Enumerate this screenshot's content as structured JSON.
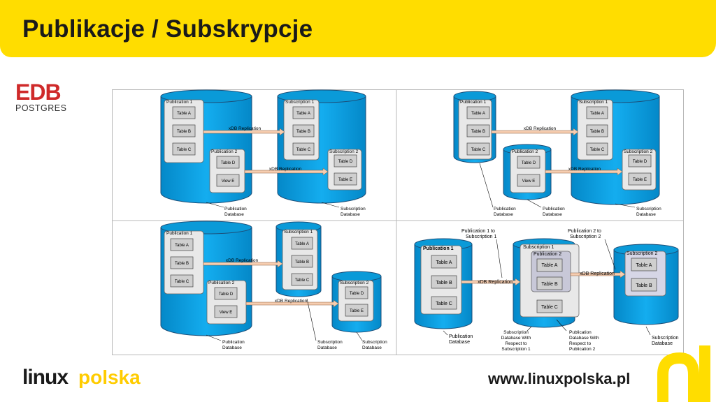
{
  "header": {
    "title": "Publikacje / Subskrypcje"
  },
  "logo": {
    "brand": "EDB",
    "sub": "POSTGRES"
  },
  "footer": {
    "brand_a": "linux",
    "brand_b": "polska",
    "url": "www.linuxpolska.pl"
  },
  "diagrams": {
    "d1": {
      "pub1": "Publication 1",
      "sub1": "Subscription 1",
      "pub2": "Publication 2",
      "sub2": "Subscription 2",
      "tA": "Table A",
      "tB": "Table B",
      "tC": "Table C",
      "tD": "Table D",
      "vE": "View E",
      "sA": "Table A",
      "sB": "Table B",
      "sC": "Table C",
      "sD": "Table D",
      "sE": "Table E",
      "rep1": "xDB Replication",
      "rep2": "xDB Replication",
      "pubdb1": "Publication",
      "pubdb2": "Database",
      "subdb1": "Subscription",
      "subdb2": "Database"
    },
    "d2": {
      "pub1": "Publication 1",
      "sub1": "Subscription 1",
      "pub2": "Publication 2",
      "sub2": "Subscription 2",
      "tA": "Table A",
      "tB": "Table B",
      "tC": "Table C",
      "tD": "Table D",
      "vE": "View E",
      "sA": "Table A",
      "sB": "Table B",
      "sC": "Table C",
      "sD": "Table D",
      "sE": "Table E",
      "rep1": "xDB Replication",
      "rep2": "xDB Replication",
      "pubdb1": "Publication",
      "pubdb2": "Database",
      "pubdb3": "Publication",
      "pubdb4": "Database",
      "subdb1": "Subscription",
      "subdb2": "Database"
    },
    "d3": {
      "pub1": "Publication 1",
      "sub1": "Subscription 1",
      "pub2": "Publication 2",
      "sub2": "Subscription 2",
      "tA": "Table A",
      "tB": "Table B",
      "tC": "Table C",
      "tD": "Table D",
      "vE": "View E",
      "sA": "Table A",
      "sB": "Table B",
      "sC": "Table C",
      "sD": "Table D",
      "sE": "Table E",
      "rep1": "xDB Replication",
      "rep2": "xDB Replication",
      "pubdb1": "Publication",
      "pubdb2": "Database",
      "subdb1": "Subscription",
      "subdb2": "Database",
      "subdb3": "Subscription",
      "subdb4": "Database"
    },
    "d4": {
      "pub1": "Publication 1",
      "sub1": "Subscription 1",
      "pub2": "Publication 2",
      "sub2": "Subscription 2",
      "tA": "Table A",
      "tB": "Table B",
      "tC": "Table C",
      "mA": "Table A",
      "mB": "Table B",
      "mC": "Table C",
      "rA": "Table A",
      "rB": "Table B",
      "rep1": "xDB Replication",
      "rep2": "xDB Replication",
      "ann1a": "Publication 1 to",
      "ann1b": "Subscription 1",
      "ann2a": "Publication 2 to",
      "ann2b": "Subscription 2",
      "pubdb1": "Publication",
      "pubdb2": "Database",
      "subw1": "Subscription",
      "subw2": "Database With",
      "subw3": "Respect to",
      "subw4": "Subscription 1",
      "pubw1": "Publication",
      "pubw2": "Database With",
      "pubw3": "Respect to",
      "pubw4": "Publication 2",
      "subdb1": "Subscription",
      "subdb2": "Database"
    }
  },
  "colors": {
    "accent": "#ffdd00",
    "db_blue": "#0aa2e6",
    "db_dark": "#1c4e78",
    "arrow": "#f6cdb0"
  }
}
